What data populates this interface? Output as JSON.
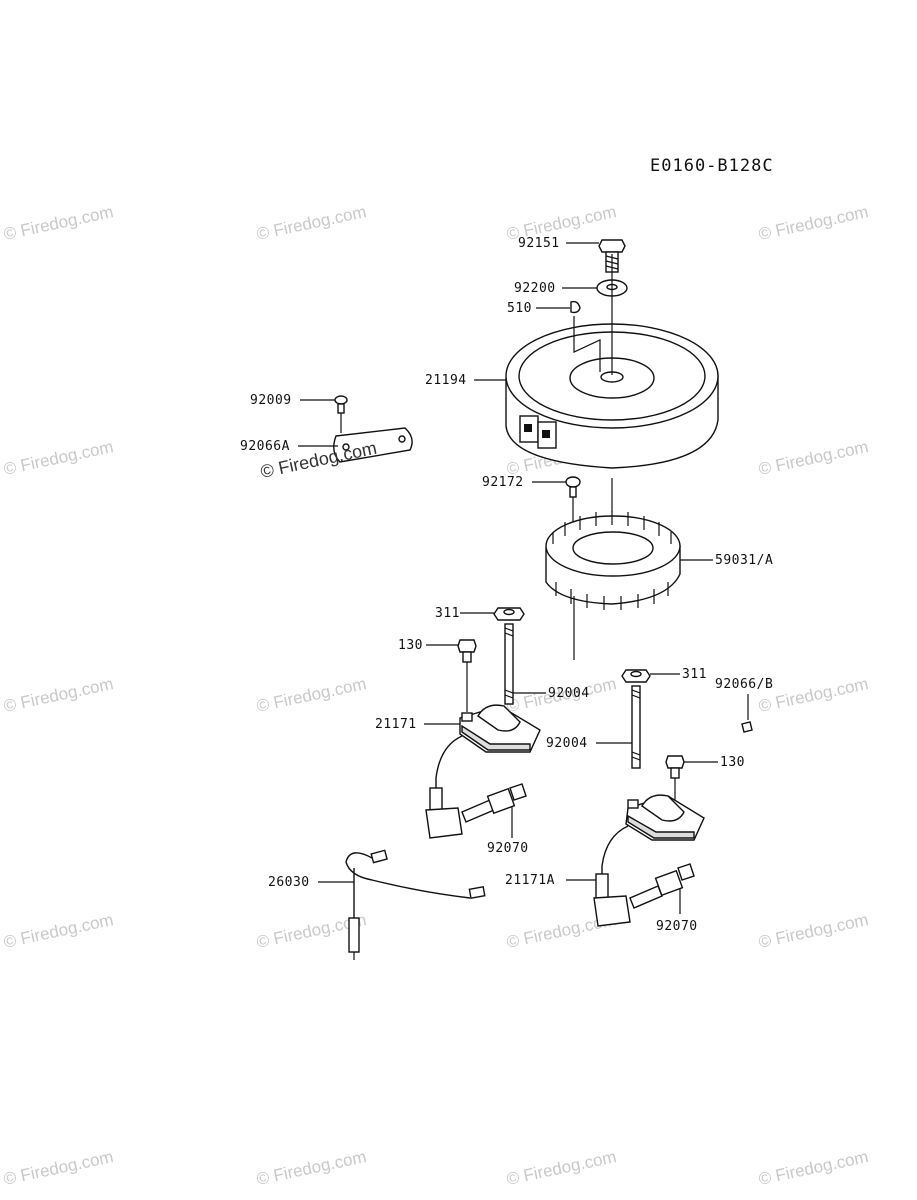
{
  "diagram_code": "E0160-B128C",
  "watermark_text": "© Firedog.com",
  "part_labels": {
    "p92151": "92151",
    "p92200": "92200",
    "p510": "510",
    "p21194": "21194",
    "p92009": "92009",
    "p92066A": "92066A",
    "p92172": "92172",
    "p59031A": "59031/A",
    "p311_left": "311",
    "p130_left": "130",
    "p92004_left": "92004",
    "p21171": "21171",
    "p92070_left": "92070",
    "p311_right": "311",
    "p92066B": "92066/B",
    "p92004_right": "92004",
    "p130_right": "130",
    "p26030": "26030",
    "p21171A": "21171A",
    "p92070_right": "92070"
  }
}
